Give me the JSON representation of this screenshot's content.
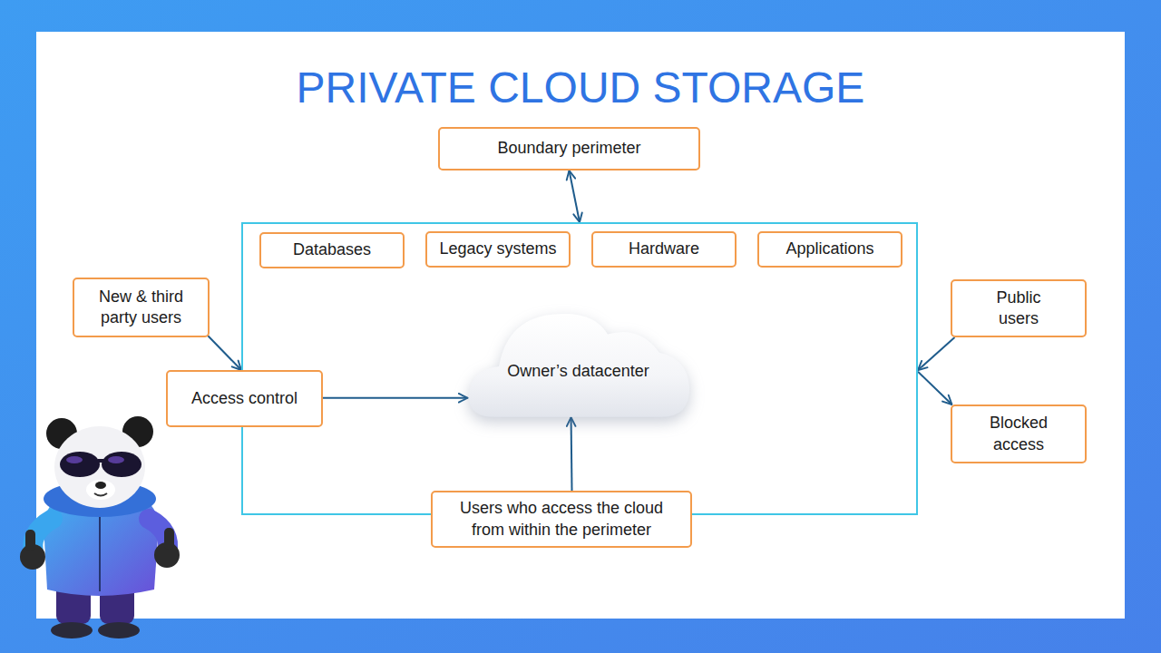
{
  "diagram": {
    "title": "PRIVATE CLOUD STORAGE",
    "nodes": [
      {
        "text": [
          "Boundary perimeter"
        ]
      },
      {
        "text": []
      },
      {
        "text": [
          "Databases"
        ],
        "in": 1
      },
      {
        "text": [
          "Legacy systems"
        ],
        "in": 1
      },
      {
        "text": [
          "Hardware"
        ],
        "in": 1
      },
      {
        "text": [
          "Applications"
        ],
        "in": 1
      },
      {
        "text": [
          "New & third party users"
        ]
      },
      {
        "text": [
          "Public users"
        ]
      },
      {
        "text": [
          "Access control"
        ]
      },
      {
        "text": [
          "Owner’s datacenter"
        ],
        "in": 1
      },
      {
        "text": [
          "Blocked access"
        ]
      },
      {
        "text": [
          "Users who access the cloud from within the perimeter"
        ]
      }
    ],
    "edges": [
      {
        "from": 0,
        "to": 1,
        "arrow": "both"
      },
      {
        "from": 6,
        "to": 8,
        "arrow": "to"
      },
      {
        "from": 8,
        "to": 9,
        "arrow": "to"
      },
      {
        "from": 11,
        "to": 9,
        "arrow": "to"
      },
      {
        "from": 7,
        "to": 1,
        "arrow": "to"
      },
      {
        "from": 1,
        "to": 10,
        "arrow": "to"
      }
    ]
  }
}
